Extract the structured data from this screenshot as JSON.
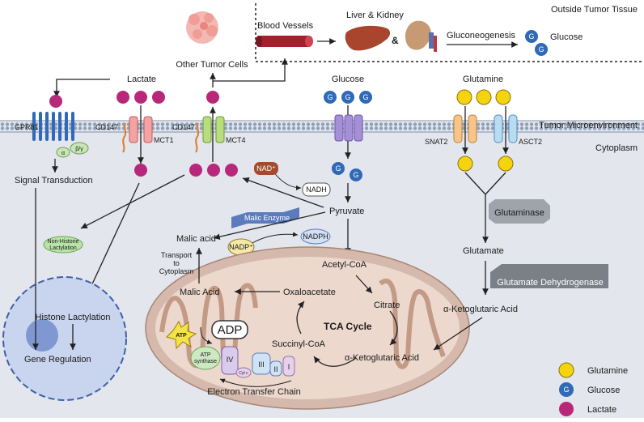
{
  "regions": {
    "outside": "Outside Tumor Tissue",
    "microenvironment": "Tumor Microenvironment",
    "cytoplasm": "Cytoplasm"
  },
  "outside": {
    "other_tumor_cells": "Other Tumor Cells",
    "blood_vessels": "Blood Vessels",
    "liver_kidney": "Liver & Kidney",
    "ampersand": "&",
    "gluconeogenesis": "Gluconeogenesis",
    "glucose": "Glucose"
  },
  "extracellular": {
    "lactate": "Lactate",
    "glucose": "Glucose",
    "glutamine": "Glutamine"
  },
  "transporters": {
    "gpr81": "GPR81",
    "alpha": "α",
    "beta_gamma": "β/γ",
    "cd147_a": "CD147",
    "mct1": "MCT1",
    "cd147_b": "CD147",
    "mct4": "MCT4",
    "snat2": "SNAT2",
    "asct2": "ASCT2"
  },
  "metabolites": {
    "signal_transduction": "Signal Transduction",
    "non_histone_1": "Non-Histone",
    "non_histone_2": "Lactylation",
    "nad_plus": "NAD⁺",
    "nadh": "NADH",
    "pyruvate": "Pyruvate",
    "malic_enzyme": "Malic Enzyme",
    "malic_acid_top": "Malic acid",
    "nadp_plus": "NADP⁺",
    "nadph": "NADPH",
    "transport_1": "Transport",
    "transport_2": "to",
    "transport_3": "Cytoplasm",
    "glutaminase": "Glutaminase",
    "glutamate": "Glutamate",
    "glutamate_dh": "Glutamate Dehydrogenase",
    "akg_cyto": "α-Ketoglutaric Acid"
  },
  "nucleus": {
    "histone_lactylation": "Histone Lactylation",
    "gene_regulation": "Gene Regulation"
  },
  "mito": {
    "acetyl_coa": "Acetyl-CoA",
    "oxaloacetate": "Oxaloacetate",
    "citrate": "Citrate",
    "tca_cycle": "TCA Cycle",
    "succinyl_coa": "Succinyl-CoA",
    "akg": "α-Ketoglutaric Acid",
    "malic_acid": "Malic Acid",
    "adp": "ADP",
    "atp": "ATP",
    "atp_synthase_1": "ATP",
    "atp_synthase_2": "synthase",
    "complex_iv": "IV",
    "cyt_c": "Cyt c",
    "complex_iii": "III",
    "complex_ii": "II",
    "complex_i": "I",
    "etc": "Electron Transfer Chain"
  },
  "glucose_symbol": "G",
  "legend": {
    "glutamine": "Glutamine",
    "glucose": "Glucose",
    "lactate": "Lactate"
  },
  "colors": {
    "lactate": "#b8287a",
    "glucose": "#2f69b7",
    "glutamine": "#f5d40f",
    "membrane": "#9aa9bf",
    "cytoplasm": "#e3e6ec",
    "mito_outer": "#d6b9ad",
    "mito_matrix": "#ecd8cd",
    "nucleus": "#c9d5ee",
    "vessel": "#a51f2c"
  }
}
